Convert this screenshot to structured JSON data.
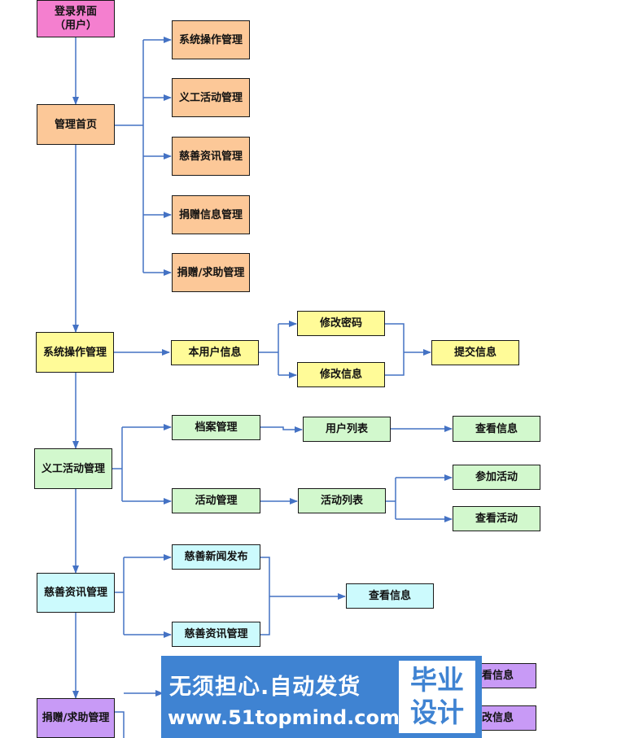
{
  "nodes": {
    "login": "登录界面\n（用户）",
    "home": "管理首页",
    "m_sys": "系统操作管理",
    "m_vol": "义工活动管理",
    "m_char": "慈善资讯管理",
    "m_don": "捐赠信息管理",
    "m_help": "捐赠/求助管理",
    "sys": "系统操作管理",
    "user_info": "本用户信息",
    "pwd": "修改密码",
    "edit_info": "修改信息",
    "submit": "提交信息",
    "vol": "义工活动管理",
    "archive": "档案管理",
    "user_list": "用户列表",
    "view_info1": "查看信息",
    "activity": "活动管理",
    "act_list": "活动列表",
    "join": "参加活动",
    "view_act": "查看活动",
    "char": "慈善资讯管理",
    "news_pub": "慈善新闻发布",
    "char_mgr": "慈善资讯管理",
    "view_info2": "查看信息",
    "help": "捐赠/求助管理",
    "view_info3": "查看信息",
    "edit_info2": "修改信息"
  },
  "watermark": {
    "slogan": "无须担心.自动发货",
    "url": "www.51topmind.com",
    "badge_line1": "毕业",
    "badge_line2": "设计"
  },
  "colors": {
    "pink": "#f47fcf",
    "orange": "#fcc898",
    "yellow": "#fffb98",
    "green": "#d2f8cd",
    "cyan": "#ccfafd",
    "purple": "#c89af6",
    "arrow": "#4472c4",
    "watermark": "#3f83d2"
  }
}
